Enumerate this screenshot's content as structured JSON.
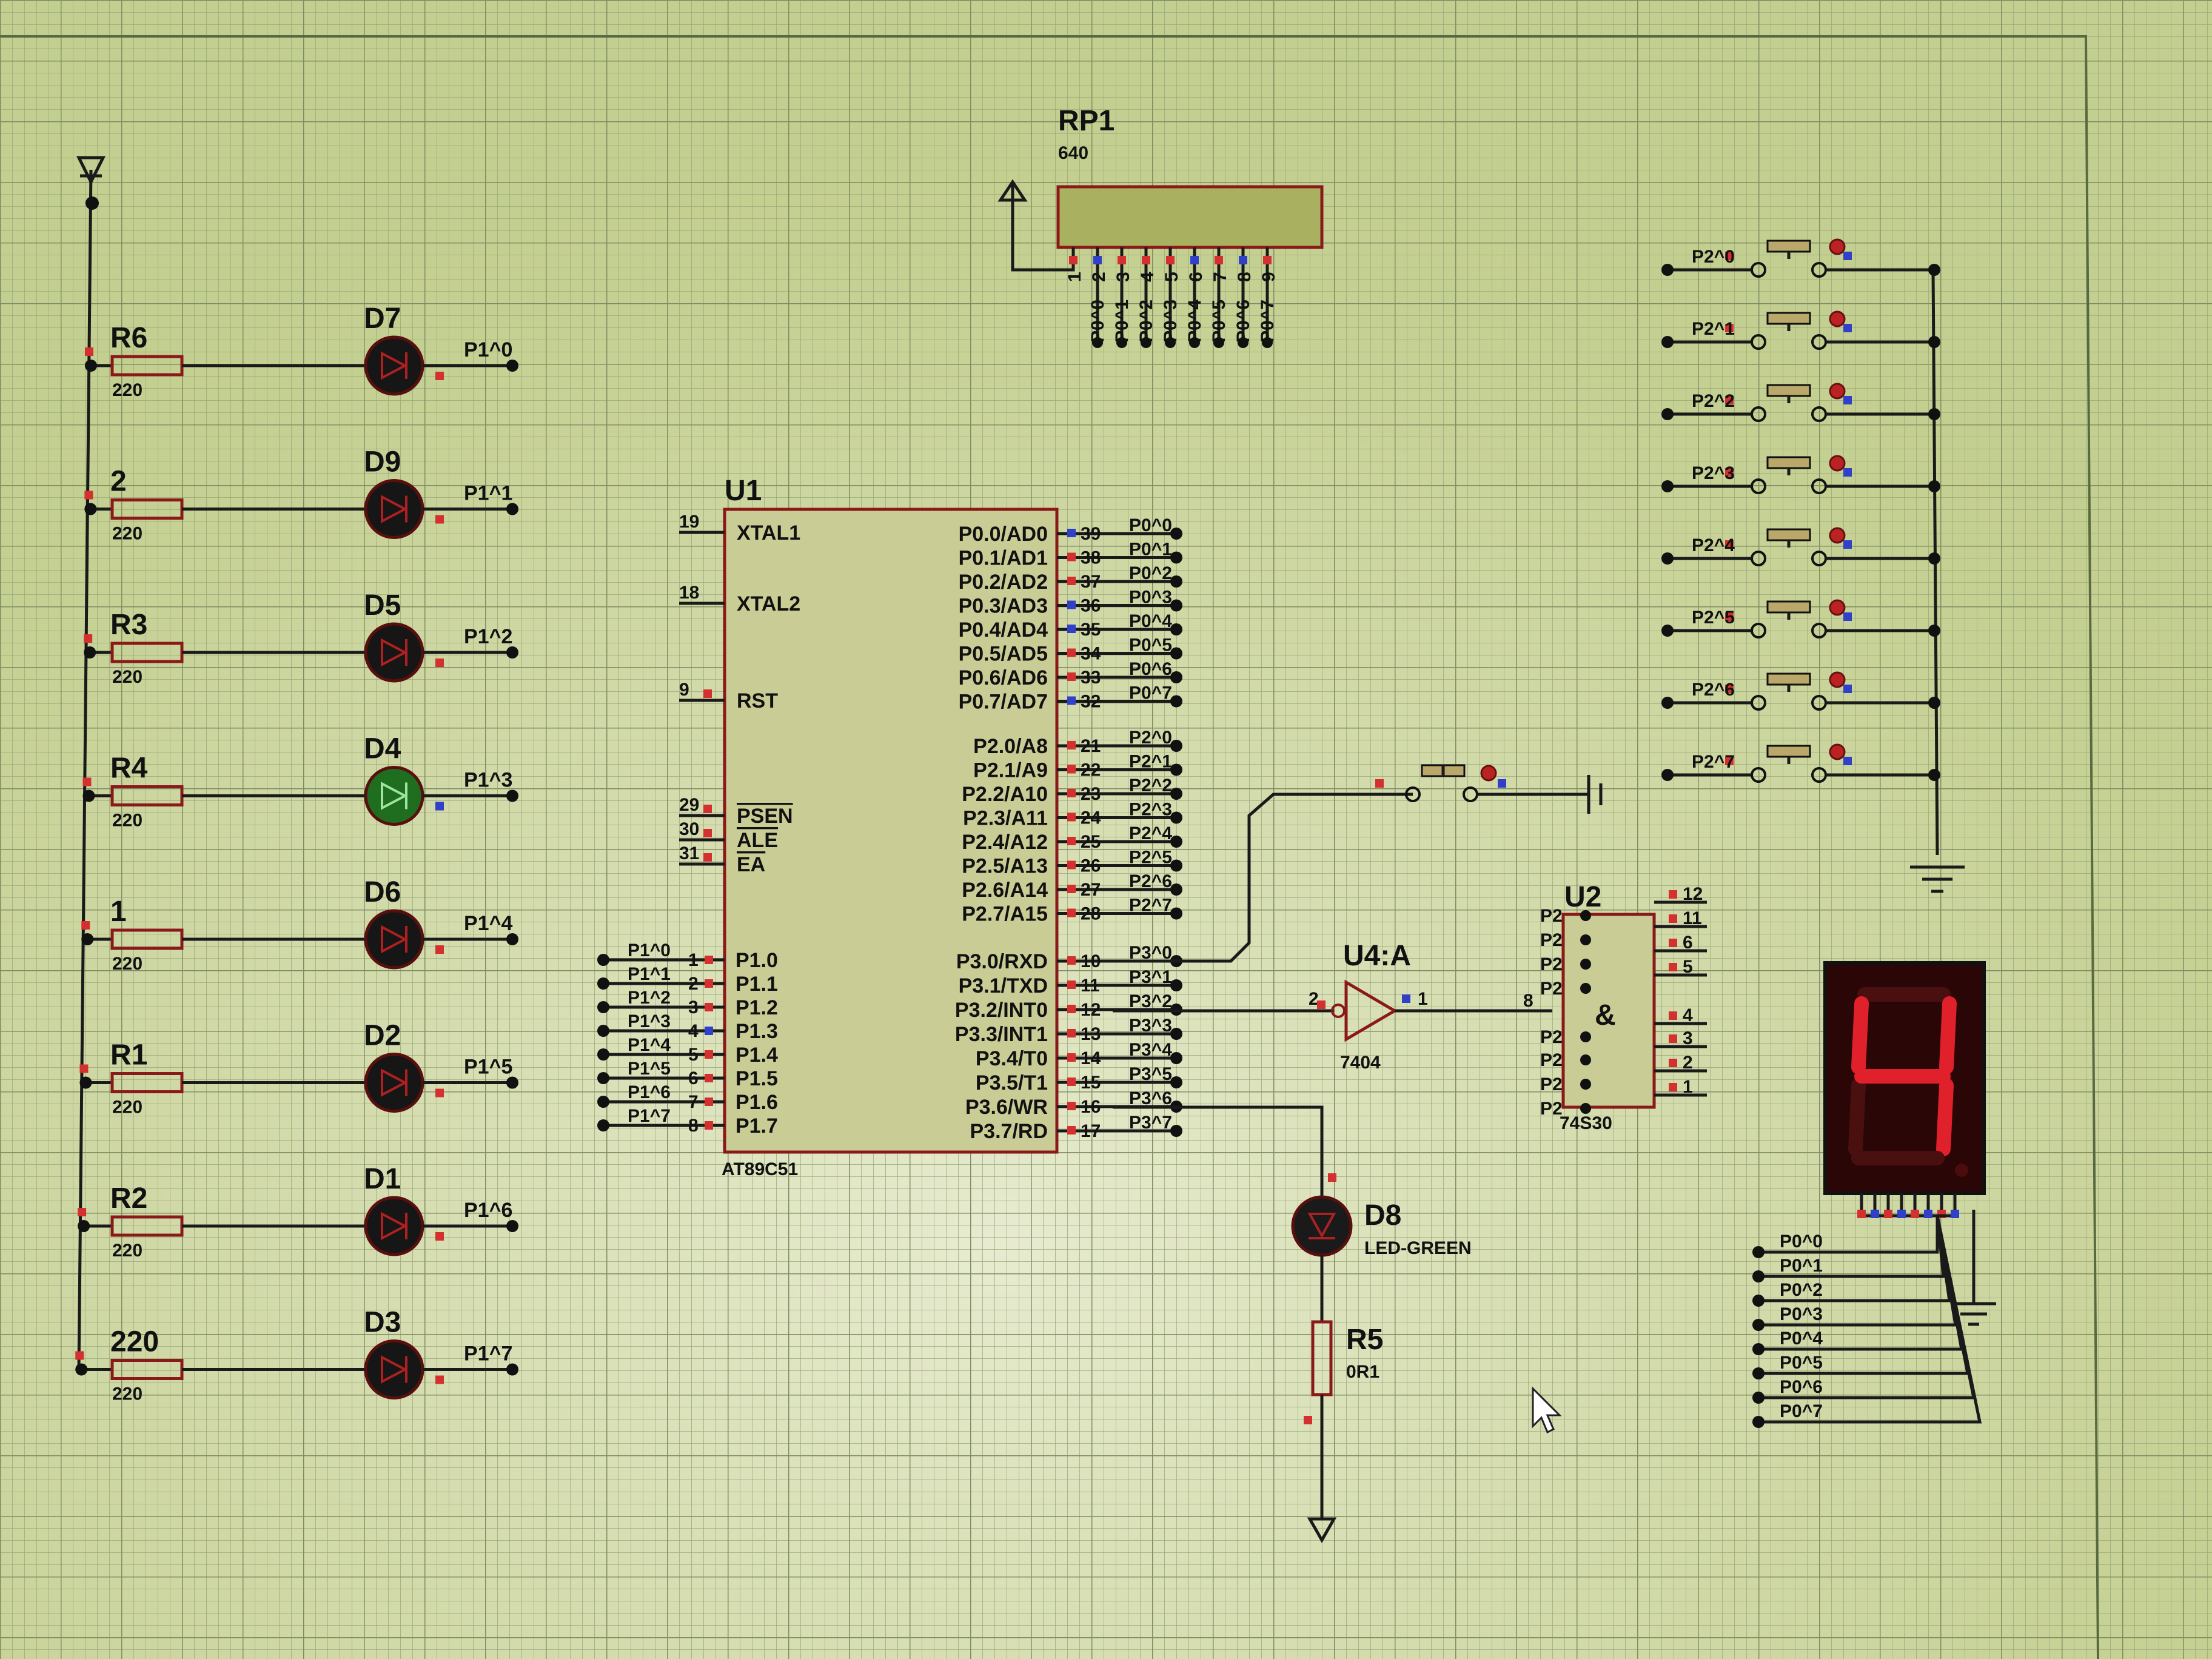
{
  "colors": {
    "background": "#c8d2a0",
    "wire": "#1a1a1a",
    "component": "#8a1a1a",
    "led_green": "#1f6d1f",
    "segment_on": "#e0202a"
  },
  "cursor_icon": "mouse-pointer-icon",
  "leds": [
    {
      "res_name": "R6",
      "res_value": "220",
      "led": "D7",
      "net": "P1^0",
      "color": "black"
    },
    {
      "res_name": "2",
      "res_value": "220",
      "led": "D9",
      "net": "P1^1",
      "color": "black"
    },
    {
      "res_name": "R3",
      "res_value": "220",
      "led": "D5",
      "net": "P1^2",
      "color": "black"
    },
    {
      "res_name": "R4",
      "res_value": "220",
      "led": "D4",
      "net": "P1^3",
      "color": "green"
    },
    {
      "res_name": "1",
      "res_value": "220",
      "led": "D6",
      "net": "P1^4",
      "color": "black"
    },
    {
      "res_name": "R1",
      "res_value": "220",
      "led": "D2",
      "net": "P1^5",
      "color": "black"
    },
    {
      "res_name": "R2",
      "res_value": "220",
      "led": "D1",
      "net": "P1^6",
      "color": "black"
    },
    {
      "res_name": "220",
      "res_value": "220",
      "led": "D3",
      "net": "P1^7",
      "color": "black"
    }
  ],
  "rp1": {
    "name": "RP1",
    "value": "640",
    "pins": [
      "1",
      "2",
      "3",
      "4",
      "5",
      "6",
      "7",
      "8",
      "9"
    ],
    "nets": [
      "P0^0",
      "P0^1",
      "P0^2",
      "P0^3",
      "P0^4",
      "P0^5",
      "P0^6",
      "P0^7"
    ]
  },
  "u1": {
    "ref": "U1",
    "part": "AT89C51",
    "left_top": [
      {
        "num": "19",
        "name": "XTAL1"
      },
      {
        "num": "18",
        "name": "XTAL2"
      },
      {
        "num": "9",
        "name": "RST"
      },
      {
        "num": "29",
        "name": "PSEN"
      },
      {
        "num": "30",
        "name": "ALE"
      },
      {
        "num": "31",
        "name": "EA"
      }
    ],
    "p1": [
      {
        "net": "P1^0",
        "num": "1",
        "name": "P1.0"
      },
      {
        "net": "P1^1",
        "num": "2",
        "name": "P1.1"
      },
      {
        "net": "P1^2",
        "num": "3",
        "name": "P1.2"
      },
      {
        "net": "P1^3",
        "num": "4",
        "name": "P1.3"
      },
      {
        "net": "P1^4",
        "num": "5",
        "name": "P1.4"
      },
      {
        "net": "P1^5",
        "num": "6",
        "name": "P1.5"
      },
      {
        "net": "P1^6",
        "num": "7",
        "name": "P1.6"
      },
      {
        "net": "P1^7",
        "num": "8",
        "name": "P1.7"
      }
    ],
    "p0": [
      {
        "name": "P0.0/AD0",
        "num": "39",
        "net": "P0^0"
      },
      {
        "name": "P0.1/AD1",
        "num": "38",
        "net": "P0^1"
      },
      {
        "name": "P0.2/AD2",
        "num": "37",
        "net": "P0^2"
      },
      {
        "name": "P0.3/AD3",
        "num": "36",
        "net": "P0^3"
      },
      {
        "name": "P0.4/AD4",
        "num": "35",
        "net": "P0^4"
      },
      {
        "name": "P0.5/AD5",
        "num": "34",
        "net": "P0^5"
      },
      {
        "name": "P0.6/AD6",
        "num": "33",
        "net": "P0^6"
      },
      {
        "name": "P0.7/AD7",
        "num": "32",
        "net": "P0^7"
      }
    ],
    "p2": [
      {
        "name": "P2.0/A8",
        "num": "21",
        "net": "P2^0"
      },
      {
        "name": "P2.1/A9",
        "num": "22",
        "net": "P2^1"
      },
      {
        "name": "P2.2/A10",
        "num": "23",
        "net": "P2^2"
      },
      {
        "name": "P2.3/A11",
        "num": "24",
        "net": "P2^3"
      },
      {
        "name": "P2.4/A12",
        "num": "25",
        "net": "P2^4"
      },
      {
        "name": "P2.5/A13",
        "num": "26",
        "net": "P2^5"
      },
      {
        "name": "P2.6/A14",
        "num": "27",
        "net": "P2^6"
      },
      {
        "name": "P2.7/A15",
        "num": "28",
        "net": "P2^7"
      }
    ],
    "p3": [
      {
        "name": "P3.0/RXD",
        "num": "10",
        "net": "P3^0"
      },
      {
        "name": "P3.1/TXD",
        "num": "11",
        "net": "P3^1"
      },
      {
        "name": "P3.2/INT0",
        "num": "12",
        "net": "P3^2"
      },
      {
        "name": "P3.3/INT1",
        "num": "13",
        "net": "P3^3"
      },
      {
        "name": "P3.4/T0",
        "num": "14",
        "net": "P3^4"
      },
      {
        "name": "P3.5/T1",
        "num": "15",
        "net": "P3^5"
      },
      {
        "name": "P3.6/WR",
        "num": "16",
        "net": "P3^6"
      },
      {
        "name": "P3.7/RD",
        "num": "17",
        "net": "P3^7"
      }
    ]
  },
  "buttons": [
    "P2^0",
    "P2^1",
    "P2^2",
    "P2^3",
    "P2^4",
    "P2^5",
    "P2^6",
    "P2^7"
  ],
  "u4": {
    "ref": "U4:A",
    "part": "7404",
    "pin_in": "2",
    "pin_out": "1"
  },
  "u2": {
    "ref": "U2",
    "part": "74S30",
    "pin_in": "8",
    "left_labels": [
      "P2",
      "P2",
      "P2",
      "P2",
      "P2",
      "P2",
      "P2",
      "P2"
    ],
    "right_pins": [
      "12",
      "11",
      "6",
      "5",
      "4",
      "3",
      "2",
      "1"
    ]
  },
  "d8": {
    "ref": "D8",
    "value": "LED-GREEN"
  },
  "r5": {
    "ref": "R5",
    "value": "0R1"
  },
  "seg": {
    "digit": "4",
    "nets": [
      "P0^0",
      "P0^1",
      "P0^2",
      "P0^3",
      "P0^4",
      "P0^5",
      "P0^6",
      "P0^7"
    ]
  }
}
